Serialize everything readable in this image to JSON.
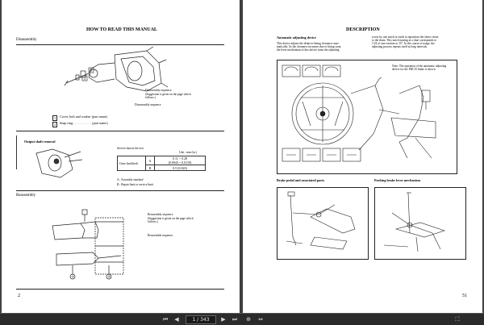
{
  "left_page": {
    "title": "HOW TO READ THIS MANUAL",
    "section_disassembly": "Disassembly",
    "callout_disassembly_seq": "Disassembly sequence",
    "callout_suggestion": "(Suggestion is given on the page which follows.)",
    "callout_disassembly_seq2": "Disassembly sequence",
    "item1": "Cover, bolt and washer (part name)",
    "item2": "Snap ring  . . . . . . . . . . . (part name)",
    "item1_num": "1",
    "item2_num": "2",
    "output_shaft_removal": "Output shaft removal",
    "service_data_caption": "Service data in the text",
    "unit_label": "Unit : mm (in.)",
    "table_row_label": "Gear backlash",
    "table_a": "A",
    "table_b": "B",
    "table_a_val1": "0.11 ~ 0.28",
    "table_a_val2": "(0.0043 ~ 0.0110)",
    "table_b_val": "0.5 (0.020)",
    "note_a": "A : Assembly standard",
    "note_b": "B : Repair limit or service limit",
    "section_reassembly": "Reassembly",
    "callout_reassembly_seq": "Reassembly sequence",
    "callout_reassembly_suggestion": "(Suggestion is given on the page which follows.)",
    "callout_reassemble_seq": "Reassemble sequence",
    "page_number": "2"
  },
  "right_page": {
    "title": "DESCRIPTION",
    "auto_adjust_heading": "Automatic adjusting device",
    "col1_text": [
      "This device adjusts the drum-to-lining clearance auto-",
      "matically. As the clearance increases due to lining wear,",
      "the lever mechanism of this device turns the adjusting"
    ],
    "col2_text": [
      "screw by one notch or tooth to reposition the shoes closer",
      "to the drum. This notch turning at a time corresponds to",
      "1/24 of one rotation or 15°. In the course of usage, the",
      "adjusting process repeats itself at long intervals."
    ],
    "figure_note": "Note: The operation of the automatic adjusting device for the FRC15 brake is shown.",
    "brake_pedal_heading": "Brake pedal and associated parts",
    "parking_brake_heading": "Parking brake lever mechanism",
    "page_number": "51"
  },
  "toolbar": {
    "page_indicator": "1 / 343",
    "first_icon": "first-page-icon",
    "prev_icon": "prev-page-icon",
    "next_icon": "next-page-icon",
    "last_icon": "last-page-icon",
    "zoom_icon": "zoom-icon",
    "fit_icon": "fit-width-icon",
    "fullscreen_icon": "fullscreen-icon"
  }
}
